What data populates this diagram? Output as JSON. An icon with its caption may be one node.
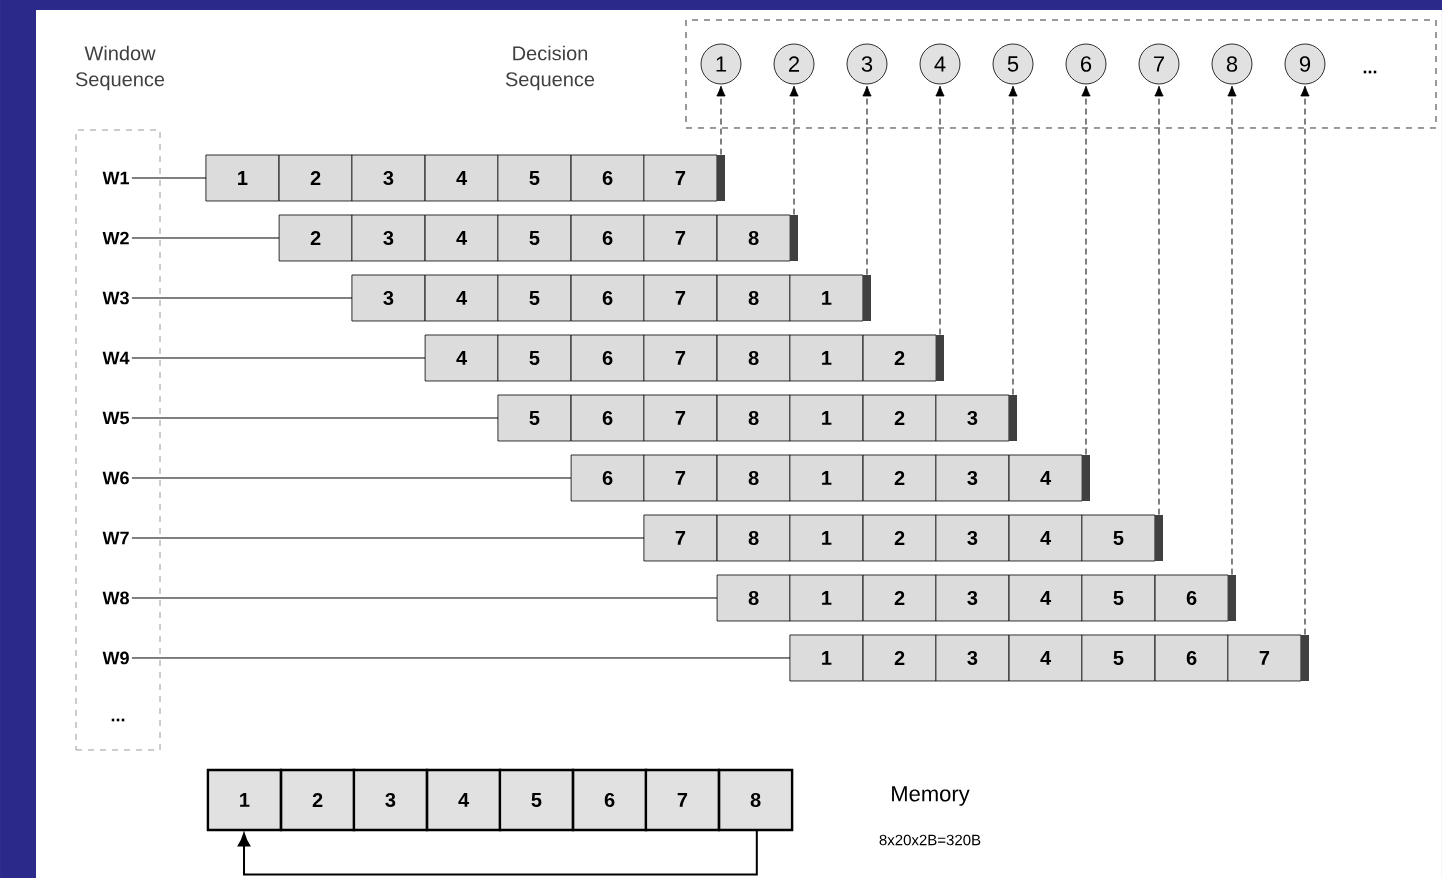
{
  "diagram": {
    "nodes": [
      {
        "text": [
          "Window Sequence"
        ]
      },
      {
        "text": [],
        "shape": "box"
      },
      {
        "text": [
          "1"
        ],
        "in": 1
      },
      {
        "text": [
          "2"
        ],
        "in": 1
      },
      {
        "text": [
          "3"
        ],
        "in": 1
      },
      {
        "text": [
          "4"
        ],
        "in": 1
      },
      {
        "text": [
          "5"
        ],
        "in": 1
      },
      {
        "text": [
          "6"
        ],
        "in": 1
      },
      {
        "text": [
          "7"
        ],
        "in": 1
      },
      {
        "text": [
          "8"
        ],
        "in": 1
      },
      {
        "text": [
          "9"
        ],
        "in": 1
      },
      {
        "text": [
          "W1"
        ],
        "in": 0
      },
      {
        "text": [
          "W2"
        ],
        "in": 0
      },
      {
        "text": [
          "W3"
        ],
        "in": 0
      },
      {
        "text": [
          "W4"
        ],
        "in": 0
      },
      {
        "text": [
          "W5"
        ],
        "in": 0
      },
      {
        "text": [
          "W6"
        ],
        "in": 0
      },
      {
        "text": [
          "W7"
        ],
        "in": 0
      },
      {
        "text": [
          "W8"
        ],
        "in": 0
      },
      {
        "text": [
          "W9"
        ],
        "in": 0
      },
      {
        "text": [
          "1",
          "2",
          "3",
          "4",
          "5",
          "6",
          "7"
        ]
      },
      {
        "text": [
          "2",
          "3",
          "4",
          "5",
          "6",
          "7",
          "8"
        ]
      },
      {
        "text": [
          "3",
          "4",
          "5",
          "6",
          "7",
          "8",
          "1"
        ]
      },
      {
        "text": [
          "4",
          "5",
          "6",
          "7",
          "8",
          "1",
          "2"
        ]
      },
      {
        "text": [
          "5",
          "6",
          "7",
          "8",
          "1",
          "2",
          "3"
        ]
      },
      {
        "text": [
          "6",
          "7",
          "8",
          "1",
          "2",
          "3",
          "4"
        ]
      },
      {
        "text": [
          "7",
          "8",
          "1",
          "2",
          "3",
          "4",
          "5"
        ]
      },
      {
        "text": [
          "8",
          "1",
          "2",
          "3",
          "4",
          "5",
          "6"
        ]
      },
      {
        "text": [
          "1",
          "2",
          "3",
          "4",
          "5",
          "6",
          "7"
        ]
      },
      {
        "text": [
          "1",
          "2",
          "3",
          "4",
          "5",
          "6",
          "7",
          "8"
        ],
        "beside": [
          "Memory",
          "8x20x2B=320B"
        ]
      }
    ],
    "edges": [
      {
        "from": 11,
        "to": 20,
        "arrow": "none"
      },
      {
        "from": 12,
        "to": 21,
        "arrow": "none"
      },
      {
        "from": 13,
        "to": 22,
        "arrow": "none"
      },
      {
        "from": 14,
        "to": 23,
        "arrow": "none"
      },
      {
        "from": 15,
        "to": 24,
        "arrow": "none"
      },
      {
        "from": 16,
        "to": 25,
        "arrow": "none"
      },
      {
        "from": 17,
        "to": 26,
        "arrow": "none"
      },
      {
        "from": 18,
        "to": 27,
        "arrow": "none"
      },
      {
        "from": 19,
        "to": 28,
        "arrow": "none"
      },
      {
        "from": 20,
        "to": 2,
        "arrow": "to",
        "style": "dashed"
      },
      {
        "from": 21,
        "to": 3,
        "arrow": "to",
        "style": "dashed"
      },
      {
        "from": 22,
        "to": 4,
        "arrow": "to",
        "style": "dashed"
      },
      {
        "from": 23,
        "to": 5,
        "arrow": "to",
        "style": "dashed"
      },
      {
        "from": 24,
        "to": 6,
        "arrow": "to",
        "style": "dashed"
      },
      {
        "from": 25,
        "to": 7,
        "arrow": "to",
        "style": "dashed"
      },
      {
        "from": 26,
        "to": 8,
        "arrow": "to",
        "style": "dashed"
      },
      {
        "from": 27,
        "to": 9,
        "arrow": "to",
        "style": "dashed"
      },
      {
        "from": 28,
        "to": 10,
        "arrow": "to",
        "style": "dashed"
      },
      {
        "from": 29,
        "to": 29,
        "arrow": "to"
      }
    ],
    "labels": [
      "Decision Sequence",
      "...",
      "..."
    ]
  }
}
